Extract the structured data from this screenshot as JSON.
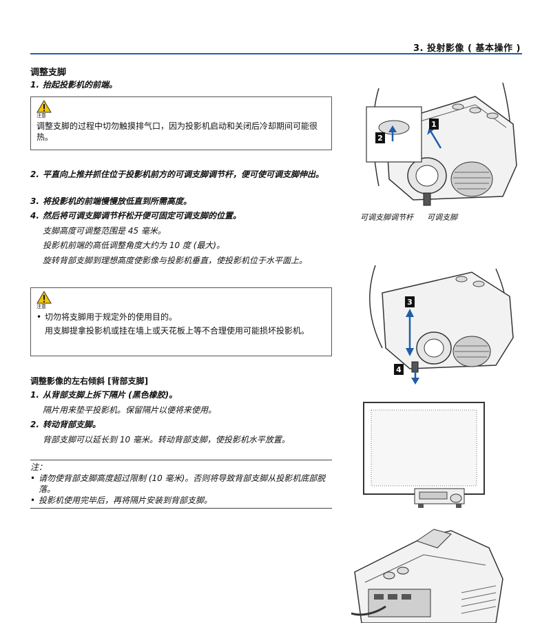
{
  "header": {
    "title": "3. 投射影像 ( 基本操作 )"
  },
  "section1": {
    "title": "调整支脚",
    "step1": {
      "num": "1.",
      "text": "抬起投影机的前端。"
    },
    "caution1": {
      "label": "注意",
      "text": "调整支脚的过程中切勿触摸排气口，因为投影机启动和关闭后冷却期间可能很热。"
    },
    "step2": {
      "num": "2.",
      "text": "平直向上推并抓住位于投影机前方的可调支脚调节杆，便可使可调支脚伸出。"
    },
    "step3": {
      "num": "3.",
      "text": "将投影机的前端慢慢放低直到所需高度。"
    },
    "step4": {
      "num": "4.",
      "text": "然后将可调支脚调节杆松开便可固定可调支脚的位置。"
    },
    "step4_notes": [
      "支脚高度可调整范围是 45 毫米。",
      "投影机前端的高低调整角度大约为 10 度 (最大)。",
      "旋转背部支脚到理想高度使影像与投影机垂直，使投影机位于水平面上。"
    ],
    "caution2": {
      "label": "注意",
      "bullet": "•",
      "line1": "切勿将支脚用于规定外的使用目的。",
      "line2": "用支脚提拿投影机或挂在墙上或天花板上等不合理使用可能损坏投影机。"
    }
  },
  "section2": {
    "title": "调整影像的左右倾斜 [背部支脚]",
    "step1": {
      "num": "1.",
      "text": "从背部支脚上拆下隔片 (黑色橡胶)。"
    },
    "step1_note": "隔片用来垫平投影机。保留隔片以便将来使用。",
    "step2": {
      "num": "2.",
      "text": "转动背部支脚。"
    },
    "step2_note": "背部支脚可以延长到 10 毫米。转动背部支脚，使投影机水平放置。"
  },
  "notes": {
    "label": "注：",
    "bullet": "•",
    "items": [
      "请勿使背部支脚高度超过限制 (10 毫米)。否则将导致背部支脚从投影机底部脱落。",
      "投影机使用完毕后，再将隔片安装到背部支脚。"
    ]
  },
  "figure1": {
    "caption_lever": "可调支脚调节杆",
    "caption_foot": "可调支脚",
    "label_1": "1",
    "label_2": "2"
  },
  "figure2": {
    "label_3": "3",
    "label_4": "4"
  },
  "colors": {
    "accent": "#1d5ea8",
    "warning": "#f5c400"
  }
}
